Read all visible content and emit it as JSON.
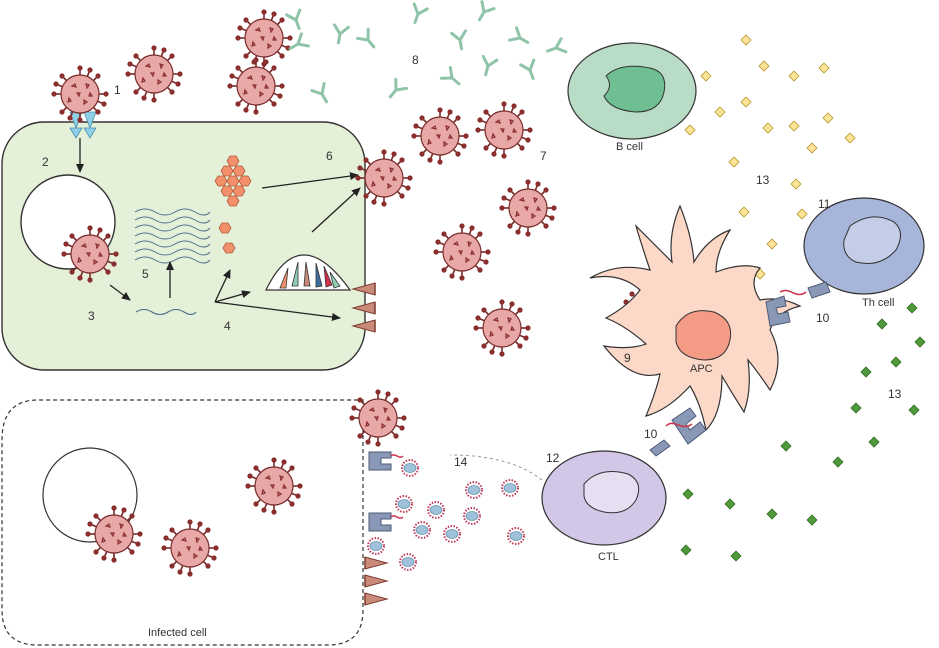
{
  "labels": {
    "b_cell": "B cell",
    "th_cell": "Th cell",
    "apc": "APC",
    "ctl": "CTL",
    "infected_cell": "Infected cell"
  },
  "step_numbers": [
    "1",
    "2",
    "3",
    "4",
    "5",
    "6",
    "7",
    "8",
    "9",
    "10",
    "10",
    "11",
    "12",
    "13",
    "13",
    "14"
  ],
  "colors": {
    "host_cell_fill": "#e4f0d8",
    "virus_fill": "#e8a8a8",
    "antibody": "#8fc4a8",
    "b_cell_fill": "#b8dcc6",
    "th_cell_fill": "#a7b5db",
    "ctl_fill": "#d2c7e6",
    "apc_fill": "#fbd8c8",
    "apc_nucleus": "#f39b85",
    "capsid": "#f2906c",
    "cytokine_yellow": "#fbe49a",
    "cytokine_green": "#4f9a3d",
    "cytotoxic_granule": "#9fc2db",
    "spike_protein": "#c98a7a",
    "receptor_tcr": "#8a98b7",
    "ace2_receptor": "#8fd0e8"
  }
}
